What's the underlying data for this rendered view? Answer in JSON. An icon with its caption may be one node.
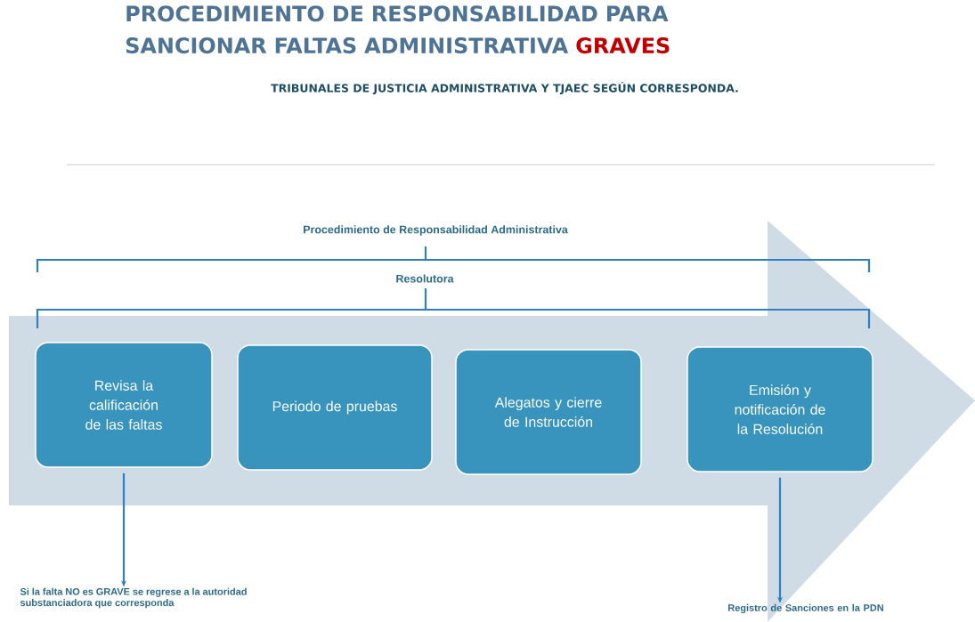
{
  "diagram": {
    "title": "PROCEDIMIENTO DE RESPONSABILIDAD PARA SANCIONAR FALTAS ADMINISTRATIVA **GRAVES**",
    "nodes": [
      {
        "text": [
          "Revisa la calificación de las faltas"
        ]
      },
      {
        "text": [
          "Periodo de pruebas"
        ]
      },
      {
        "text": [
          "Alegatos y cierre de Instrucción"
        ]
      },
      {
        "text": [
          "Emisión y notificación de la Resolución"
        ]
      },
      {
        "text": [
          "Si la falta  NO es GRAVE se regrese a la autoridad substanciadora que corresponda"
        ]
      },
      {
        "text": [
          "Registro de Sanciones en la PDN"
        ]
      }
    ],
    "edges": [
      {
        "from": 0,
        "to": 4,
        "arrow": "to"
      },
      {
        "from": 3,
        "to": 5,
        "arrow": "to"
      }
    ],
    "labels": [
      "TRIBUNALES DE JUSTICIA ADMINISTRATIVA Y TJAEC SEGÚN CORRESPONDA.",
      "Procedimiento de Responsabilidad Administrativa",
      "Resolutora"
    ]
  }
}
